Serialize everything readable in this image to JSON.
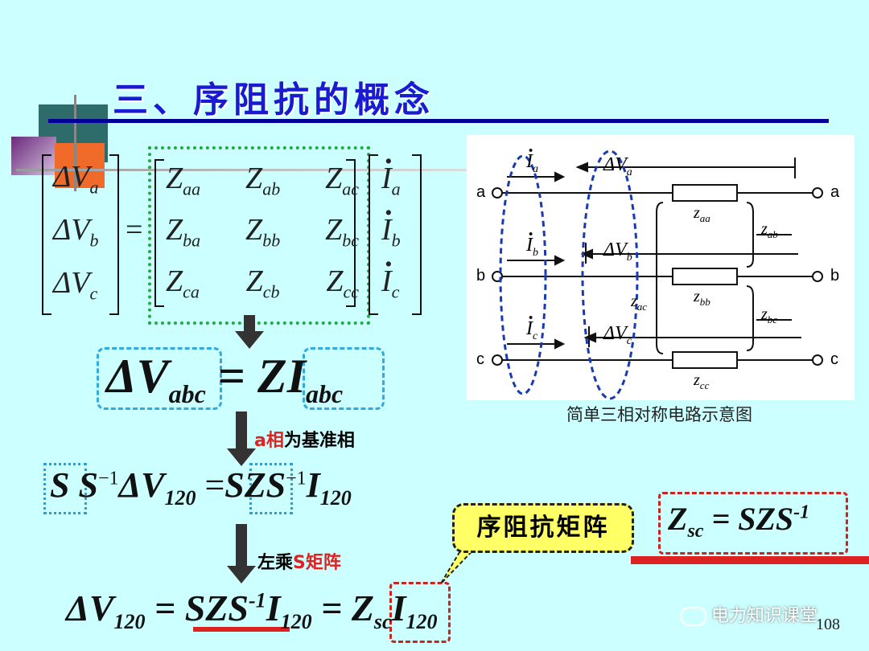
{
  "slide": {
    "title": "三、序阻抗的概念",
    "page_number": "108"
  },
  "matrix_equation": {
    "lhs": [
      "ΔV",
      "ΔV",
      "ΔV"
    ],
    "lhs_sub": [
      "a",
      "b",
      "c"
    ],
    "equals": "=",
    "z_rows": [
      [
        {
          "m": "Z",
          "s": "aa"
        },
        {
          "m": "Z",
          "s": "ab"
        },
        {
          "m": "Z",
          "s": "ac"
        }
      ],
      [
        {
          "m": "Z",
          "s": "ba"
        },
        {
          "m": "Z",
          "s": "bb"
        },
        {
          "m": "Z",
          "s": "bc"
        }
      ],
      [
        {
          "m": "Z",
          "s": "ca"
        },
        {
          "m": "Z",
          "s": "cb"
        },
        {
          "m": "Z",
          "s": "cc"
        }
      ]
    ],
    "rhs": [
      "I",
      "I",
      "I"
    ],
    "rhs_sub": [
      "a",
      "b",
      "c"
    ]
  },
  "eq1": {
    "lhs": "ΔV",
    "lhs_sub": "abc",
    "eq": "=",
    "z": "ZI",
    "rhs_sub": "abc"
  },
  "note1": {
    "highlight": "a相",
    "rest": "为基准相"
  },
  "eq2": {
    "s1": "S",
    "s2": "S",
    "sup1": "−1",
    "dv": "ΔV",
    "sub1": "120",
    "eq": "=",
    "szs": "SZS",
    "sup2": "−1",
    "i": "I",
    "sub2": "120"
  },
  "note2": {
    "prefix": "左乘",
    "highlight": "S矩阵"
  },
  "eq3": {
    "dv": "ΔV",
    "sub1": "120",
    "eq1": "=",
    "szs": "SZS",
    "sup": "-1",
    "i": "I",
    "sub2": "120",
    "eq2": "=",
    "z": "Z",
    "zsub": "sc",
    "i2": "I",
    "sub3": "120"
  },
  "callout": {
    "label": "序阻抗矩阵"
  },
  "zsc_def": {
    "z": "Z",
    "sub": "sc",
    "eq": "=",
    "rhs": "SZS",
    "sup": "-1"
  },
  "circuit": {
    "caption": "简单三相对称电路示意图",
    "phase_labels": [
      "a",
      "b",
      "c"
    ],
    "impedances": [
      {
        "m": "z",
        "s": "aa"
      },
      {
        "m": "z",
        "s": "bb"
      },
      {
        "m": "z",
        "s": "cc"
      },
      {
        "m": "z",
        "s": "ab"
      },
      {
        "m": "z",
        "s": "bc"
      },
      {
        "m": "z",
        "s": "ac"
      }
    ],
    "currents": [
      {
        "m": "I",
        "s": "a"
      },
      {
        "m": "I",
        "s": "b"
      },
      {
        "m": "I",
        "s": "c"
      }
    ],
    "voltages": [
      {
        "m": "ΔV",
        "s": "a"
      },
      {
        "m": "ΔV",
        "s": "b"
      },
      {
        "m": "ΔV",
        "s": "c"
      }
    ]
  },
  "watermark": {
    "text": "电力知识课堂"
  }
}
